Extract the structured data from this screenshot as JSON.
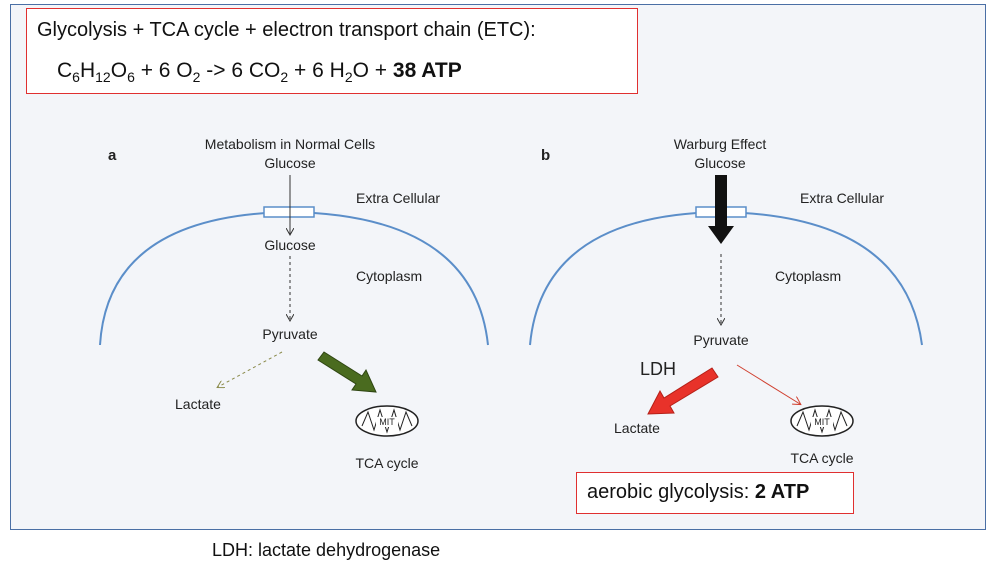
{
  "equation": {
    "line1": "Glycolysis + TCA cycle + electron transport chain (ETC):",
    "c": "C",
    "c_sub": "6",
    "h": "H",
    "h_sub": "12",
    "o": "O",
    "o_sub": "6",
    "plus1": " + 6 O",
    "o2_sub": "2",
    "arrow": " -> 6 CO",
    "co2_sub": "2",
    "plus2": " + 6 H",
    "h2o_sub": "2",
    "o_end": "O + ",
    "atp": "38 ATP"
  },
  "panel_a": {
    "letter": "a",
    "title": "Metabolism in Normal Cells",
    "glucose_out": "Glucose",
    "extra_cellular": "Extra Cellular",
    "glucose_in": "Glucose",
    "cytoplasm": "Cytoplasm",
    "pyruvate": "Pyruvate",
    "lactate": "Lactate",
    "mit": "MIT",
    "tca": "TCA cycle"
  },
  "panel_b": {
    "letter": "b",
    "title": "Warburg Effect",
    "glucose_out": "Glucose",
    "extra_cellular": "Extra Cellular",
    "cytoplasm": "Cytoplasm",
    "pyruvate": "Pyruvate",
    "ldh": "LDH",
    "lactate": "Lactate",
    "mit": "MIT",
    "tca": "TCA cycle"
  },
  "aerobic": {
    "label": "aerobic glycolysis: ",
    "atp": "2 ATP"
  },
  "footnote": "LDH: lactate dehydrogenase",
  "colors": {
    "membrane": "#5b8ec9",
    "green_arrow": "#4a6b1f",
    "red_arrow": "#e8322a",
    "box_border": "#e03030"
  }
}
